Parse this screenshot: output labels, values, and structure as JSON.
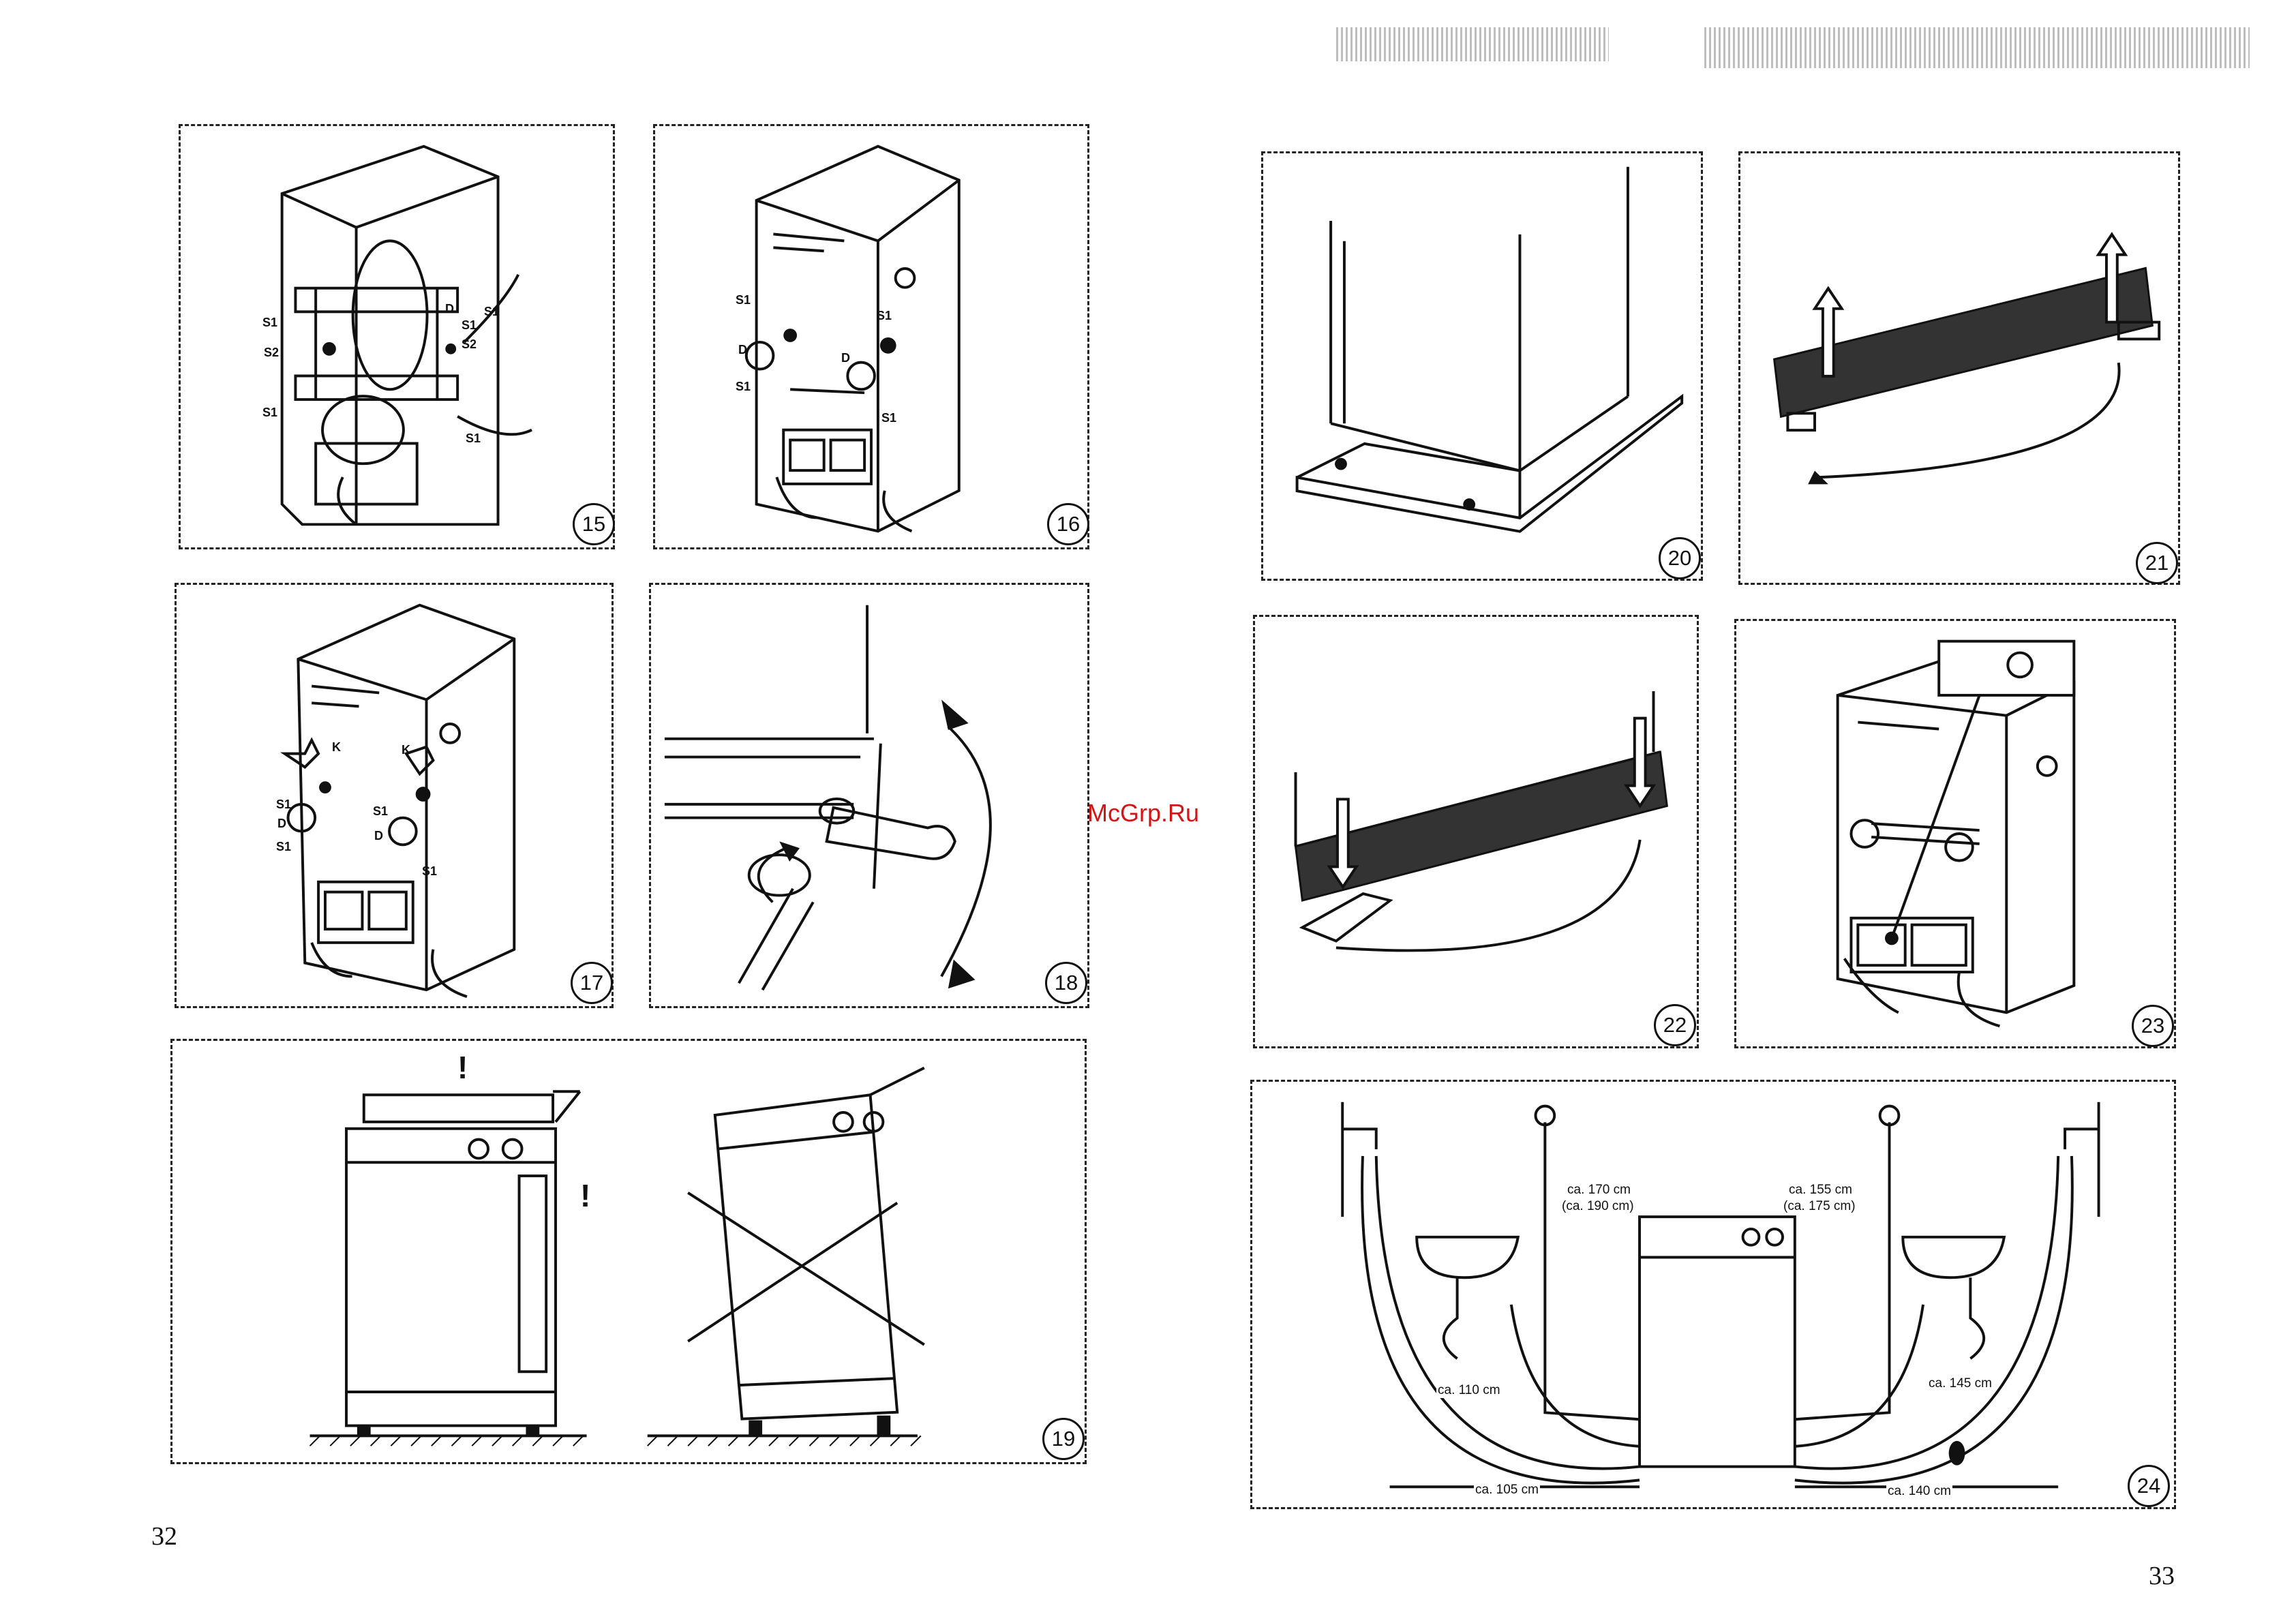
{
  "page_numbers": {
    "left": "32",
    "right": "33"
  },
  "watermark": "McGrp.Ru",
  "figures": {
    "f15": {
      "number": "15",
      "labels": [
        "S1",
        "S2",
        "S1",
        "S1",
        "S2",
        "D",
        "S1",
        "S1"
      ]
    },
    "f16": {
      "number": "16",
      "labels": [
        "S1",
        "D",
        "S1",
        "S1",
        "D",
        "S1"
      ]
    },
    "f17": {
      "number": "17",
      "labels": [
        "K",
        "K",
        "S1",
        "D",
        "S1",
        "S1",
        "D",
        "S1"
      ]
    },
    "f18": {
      "number": "18"
    },
    "f19": {
      "number": "19",
      "marks": [
        "!",
        "!"
      ]
    },
    "f20": {
      "number": "20"
    },
    "f21": {
      "number": "21"
    },
    "f22": {
      "number": "22"
    },
    "f23": {
      "number": "23"
    },
    "f24": {
      "number": "24",
      "dimensions": {
        "top_left": "ca. 170 cm",
        "top_left_alt": "(ca. 190 cm)",
        "top_right": "ca. 155 cm",
        "top_right_alt": "(ca. 175 cm)",
        "mid_left": "ca. 110 cm",
        "mid_right": "ca. 145 cm",
        "bottom_left": "ca. 105 cm",
        "bottom_right": "ca. 140 cm"
      }
    }
  }
}
